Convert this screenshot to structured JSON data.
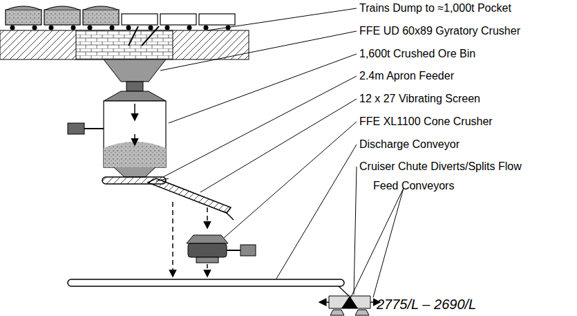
{
  "diagram": {
    "labels": [
      "Trains Dump to ≈1,000t Pocket",
      "FFE UD 60x89 Gyratory Crusher",
      "1,600t Crushed Ore Bin",
      "2.4m Apron Feeder",
      "12 x 27 Vibrating Screen",
      "FFE XL1100 Cone Crusher",
      "Discharge Conveyor",
      "Cruiser Chute Diverts/Splits Flow",
      "Feed Conveyors",
      "2775/L – 2690/L"
    ]
  }
}
